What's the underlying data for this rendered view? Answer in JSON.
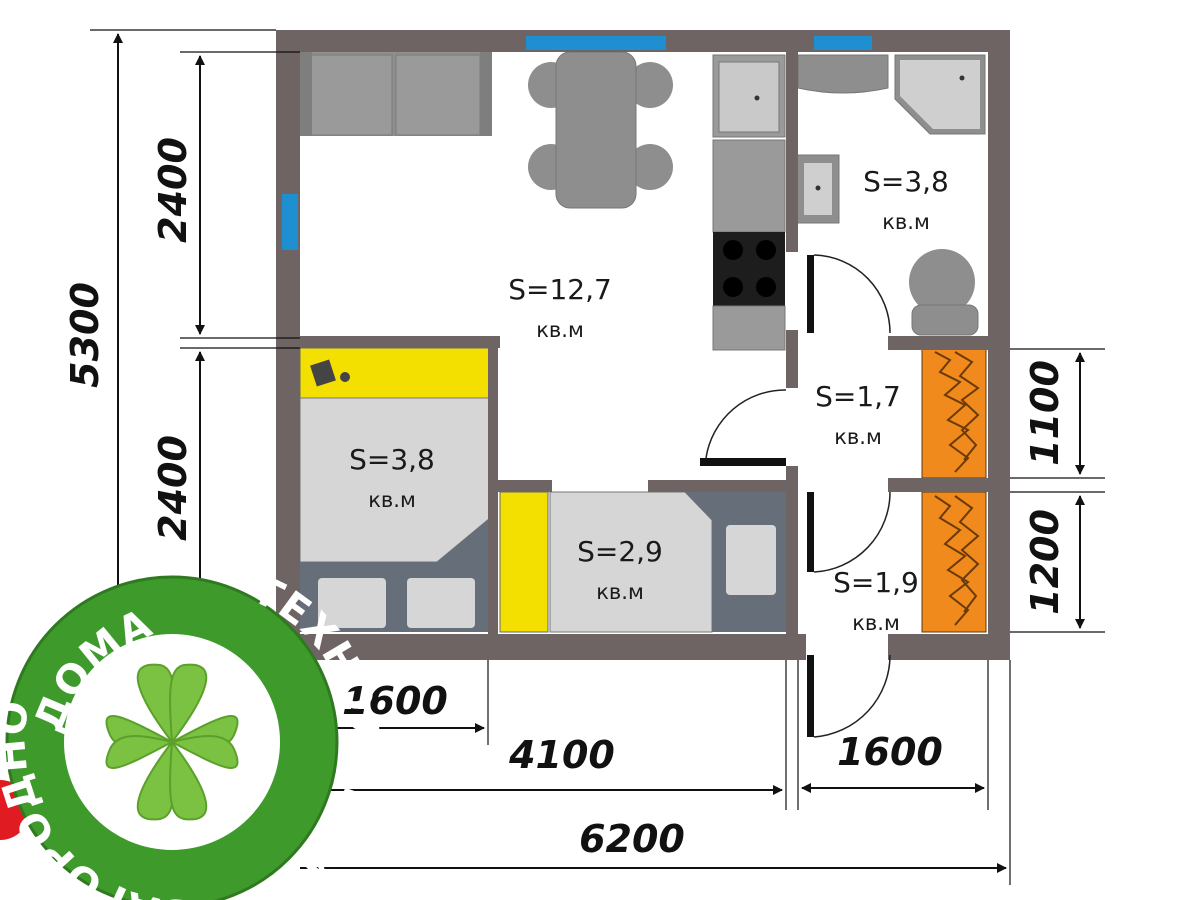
{
  "dimensions": {
    "total_height": "5300",
    "upper_height": "2400",
    "lower_height": "2400",
    "right_upper": "1100",
    "right_lower": "1200",
    "bottom_left": "1600",
    "bottom_mid": "4100",
    "bottom_right": "1600",
    "total_width": "6200"
  },
  "rooms": {
    "living": {
      "area": "S=12,7",
      "unit": "кв.м"
    },
    "bathroom": {
      "area": "S=3,8",
      "unit": "кв.м"
    },
    "hall": {
      "area": "S=1,7",
      "unit": "кв.м"
    },
    "bedroom": {
      "area": "S=3,8",
      "unit": "кв.м"
    },
    "small_bedroom": {
      "area": "S=2,9",
      "unit": "кв.м"
    },
    "entry": {
      "area": "S=1,9",
      "unit": "кв.м"
    }
  },
  "logo": {
    "text_top": "ДОМА",
    "text_right": "ТЕХНОЛОГИИ",
    "text_left": "ЗАГОРОДНОГО",
    "colors": {
      "ring": "#3f9a2c",
      "inner": "#ffffff",
      "leaf": "#7cc242",
      "accent": "#e01b22"
    }
  },
  "colors": {
    "wall": "#6f6464",
    "window": "#1e8fd0",
    "furniture": "#8e8e8e",
    "bed": "#d6d6d6",
    "accent_yellow": "#f4e000",
    "wardrobe": "#f08a1c"
  }
}
